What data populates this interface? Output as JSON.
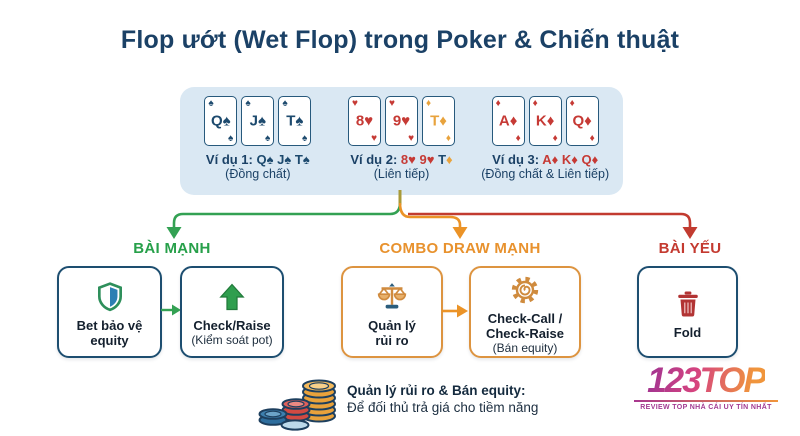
{
  "title": "Flop ướt (Wet Flop) trong Poker & Chiến thuật",
  "flop_panel": {
    "groups": [
      {
        "cards": [
          {
            "rank": "Q",
            "suit": "♠"
          },
          {
            "rank": "J",
            "suit": "♠"
          },
          {
            "rank": "T",
            "suit": "♠"
          }
        ],
        "caption_prefix": "Ví dụ 1:",
        "caption_cards": "Q♠ J♠ T♠",
        "sub": "(Đồng chất)"
      },
      {
        "cards": [
          {
            "rank": "8",
            "suit": "♥"
          },
          {
            "rank": "9",
            "suit": "♥"
          },
          {
            "rank": "T",
            "suit": "♦"
          }
        ],
        "caption_prefix": "Ví dụ 2:",
        "caption_cards": "8♥ 9♥",
        "caption_t_rank": "T",
        "caption_t_suit": "♦",
        "sub": "(Liên tiếp)"
      },
      {
        "cards": [
          {
            "rank": "A",
            "suit": "♦"
          },
          {
            "rank": "K",
            "suit": "♦"
          },
          {
            "rank": "Q",
            "suit": "♦"
          }
        ],
        "caption_prefix": "Ví dụ 3:",
        "caption_cards": "A♦ K♦ Q♦",
        "sub": "(Đồng chất & Liên tiếp)"
      }
    ]
  },
  "branches": {
    "strong": {
      "label": "BÀI MẠNH",
      "box1_line1": "Bet bảo vệ",
      "box1_line2": "equity",
      "box2_title": "Check/Raise",
      "box2_sub": "(Kiểm soát pot)"
    },
    "combo": {
      "label": "COMBO DRAW MẠNH",
      "box1_line1": "Quản lý",
      "box1_line2": "rủi ro",
      "box2_title1": "Check-Call /",
      "box2_title2": "Check-Raise",
      "box2_sub": "(Bán equity)"
    },
    "weak": {
      "label": "BÀI YẾU",
      "box_title": "Fold"
    }
  },
  "note": {
    "bold": "Quản lý rủi ro & Bán equity:",
    "text": "Để đối thủ trả giá cho tiềm năng"
  },
  "logo": {
    "wordmark": "123TOP",
    "tagline": "REVIEW TOP NHÀ CÁI UY TÍN NHẤT"
  },
  "icons": {
    "strong_box1": "shield-icon",
    "strong_box2": "arrow-up-icon",
    "combo_box1": "balance-scale-icon",
    "combo_box2": "gear-icon",
    "weak_box1": "trash-icon",
    "note": "poker-chips-icon"
  },
  "colors": {
    "navy": "#1b4166",
    "panel_bg": "#dae8f3",
    "green": "#27a04a",
    "orange": "#e8922e",
    "red": "#c43a30",
    "olive_stem": "#a89a38",
    "suit_red": "#c63a35",
    "suit_orange": "#e8a33d",
    "logo_gradient_start": "#a8368f",
    "logo_gradient_end": "#f0953c"
  }
}
